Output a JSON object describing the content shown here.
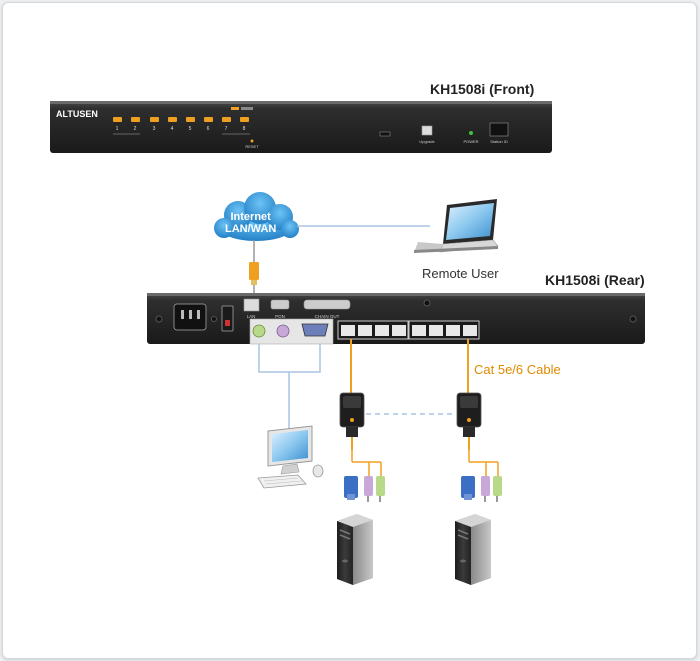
{
  "front_title": "KH1508i (Front)",
  "rear_title": "KH1508i (Rear)",
  "brand": "ALTUSEN",
  "front_port_numbers": [
    "1",
    "2",
    "3",
    "4",
    "5",
    "6",
    "7",
    "8"
  ],
  "front_labels": {
    "upgrade": "Upgrade",
    "power": "POWER",
    "station_id": "Station ID",
    "reset": "RESET"
  },
  "rear_port_labels": {
    "lan": "LAN",
    "pon": "PON",
    "chain_out": "CHAIN OUT"
  },
  "cloud_text": [
    "Internet",
    "LAN/WAN"
  ],
  "remote_user_label": "Remote User",
  "cable_label": "Cat 5e/6 Cable",
  "colors": {
    "device_body": "#2b2b2b",
    "cable_orange": "#f0a020",
    "cloud_blue": "#2a8fd6",
    "link_blue": "#a9c4e0",
    "adapter_port_blue": "#3a6fc4"
  },
  "icons": [
    "cloud-icon",
    "laptop-icon",
    "adapter-icon",
    "computer-tower-icon",
    "monitor-icon",
    "keyboard-icon",
    "mouse-icon",
    "rj45-plug-icon"
  ]
}
